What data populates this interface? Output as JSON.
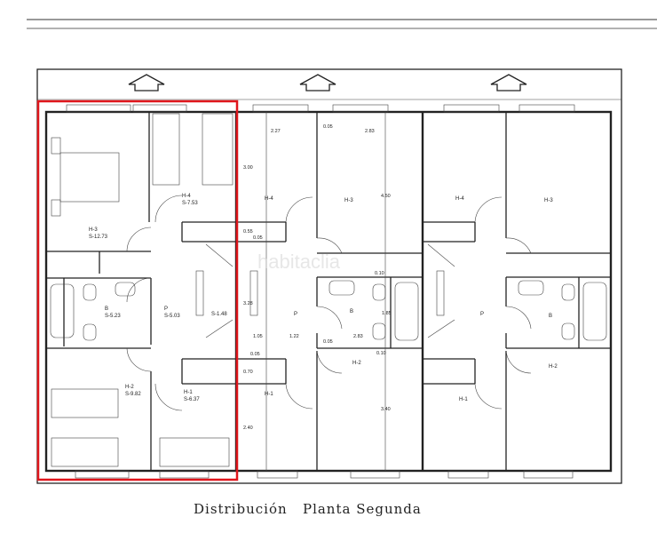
{
  "title": "Distribución   Planta Segunda",
  "watermark": "habitaclia",
  "highlight_color": "#e0161c",
  "unit_left": {
    "h4": "H-4",
    "h4_area": "S-7.53",
    "h3": "H-3",
    "h3_area": "S-12.73",
    "b": "B",
    "b_area": "S-5.23",
    "p": "P",
    "p_area": "S-5.03",
    "stair_area": "S-1.48",
    "h2": "H-2",
    "h2_area": "S-9.82",
    "h1": "H-1",
    "h1_area": "S-6.37"
  },
  "unit_middle": {
    "h4": "H-4",
    "h3": "H-3",
    "p": "P",
    "b": "B",
    "h2": "H-2",
    "h1": "H-1",
    "dims": {
      "d227": "2.27",
      "d005a": "0.05",
      "d283a": "2.83",
      "d300": "3.00",
      "d450": "4.50",
      "d055": "0.55",
      "d005b": "0.05",
      "d010a": "0.10",
      "d328": "3.28",
      "d185": "1.85",
      "d105": "1.05",
      "d122": "1.22",
      "d283b": "2.83",
      "d005c": "0.05",
      "d010b": "0.10",
      "d005d": "0.05",
      "d070": "0.70",
      "d340": "3.40",
      "d240": "2.40"
    }
  },
  "unit_right": {
    "h4": "H-4",
    "h3": "H-3",
    "p": "P",
    "b": "B",
    "h2": "H-2",
    "h1": "H-1"
  }
}
